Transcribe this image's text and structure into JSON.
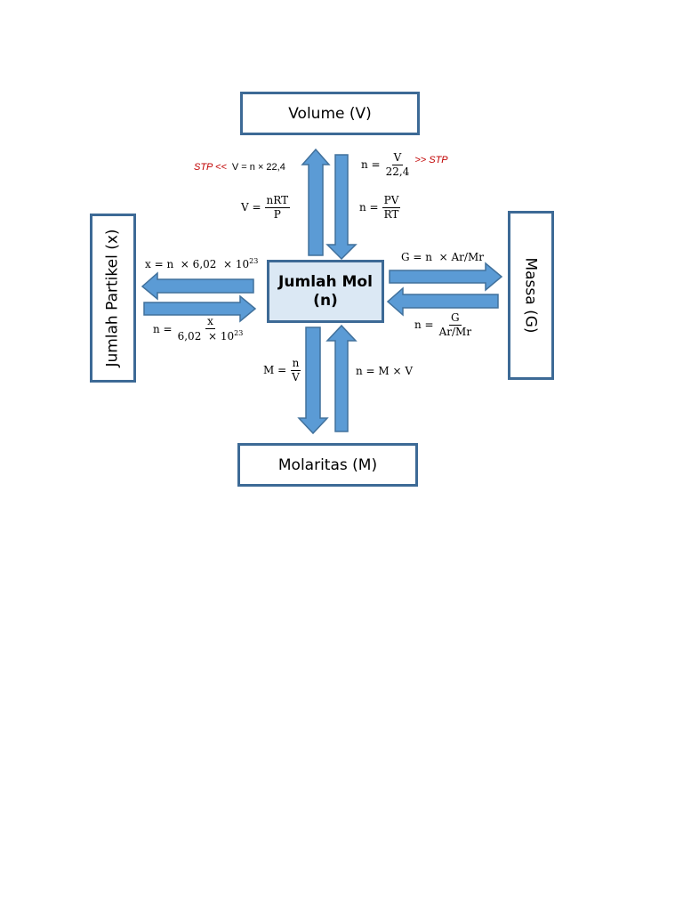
{
  "boxes": {
    "top": "Volume (V)",
    "left": "Jumlah Partikel (x)",
    "right": "Massa (G)",
    "bottom": "Molaritas (M)",
    "center_line1": "Jumlah Mol",
    "center_line2": "(n)"
  },
  "formulas": {
    "stp_left": "STP <<",
    "v_stp": "V = n × 22,4",
    "n_stp_lhs": "n =",
    "n_stp_num": "V",
    "n_stp_den": "22,4",
    "stp_right": ">> STP",
    "v_ideal_lhs": "V =",
    "v_ideal_num": "nRT",
    "v_ideal_den": "P",
    "n_ideal_lhs": "n =",
    "n_ideal_num": "PV",
    "n_ideal_den": "RT",
    "x_lhs": "x = n  × 6,02  × 10",
    "x_exp": "23",
    "nx_lhs": "n =",
    "nx_num": "x",
    "nx_den": "6,02  × 10",
    "nx_exp": "23",
    "g_formula": "G = n  × Ar/Mr",
    "ng_lhs": "n =",
    "ng_num": "G",
    "ng_den": "Ar/Mr",
    "m_lhs": "M =",
    "m_num": "n",
    "m_den": "V",
    "n_mv": "n = M × V"
  },
  "colors": {
    "arrow_fill": "#5b9bd5",
    "arrow_stroke": "#41719c",
    "box_border": "#3d6a96",
    "center_fill": "#dbe8f4",
    "stp_text": "#c00000"
  }
}
